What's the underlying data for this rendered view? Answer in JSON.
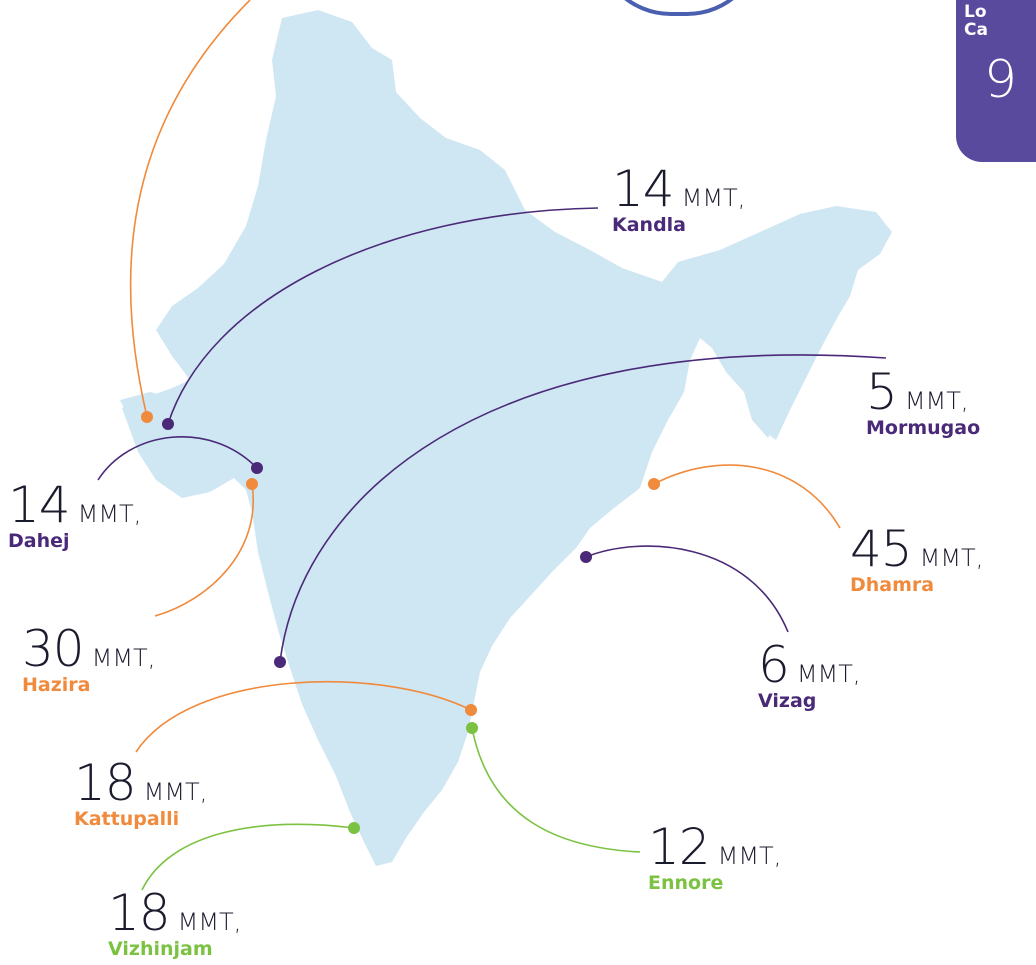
{
  "side_card": {
    "line1": "Lo",
    "line2": "Ca",
    "big": "9"
  },
  "unit": "MMT,",
  "colors": {
    "purple": "#4a2a78",
    "orange": "#f08a3c",
    "green": "#7cc242",
    "land": "#cfe6f3"
  },
  "ports": [
    {
      "id": "kandla",
      "value": "14",
      "name": "Kandla",
      "color": "purple"
    },
    {
      "id": "mormugao",
      "value": "5",
      "name": "Mormugao",
      "color": "purple"
    },
    {
      "id": "dahej",
      "value": "14",
      "name": "Dahej",
      "color": "purple"
    },
    {
      "id": "dhamra",
      "value": "45",
      "name": "Dhamra",
      "color": "orange"
    },
    {
      "id": "hazira",
      "value": "30",
      "name": "Hazira",
      "color": "orange"
    },
    {
      "id": "vizag",
      "value": "6",
      "name": "Vizag",
      "color": "purple"
    },
    {
      "id": "kattupalli",
      "value": "18",
      "name": "Kattupalli",
      "color": "orange"
    },
    {
      "id": "ennore",
      "value": "12",
      "name": "Ennore",
      "color": "green"
    },
    {
      "id": "vizhinjam",
      "value": "18",
      "name": "Vizhinjam",
      "color": "green"
    }
  ]
}
